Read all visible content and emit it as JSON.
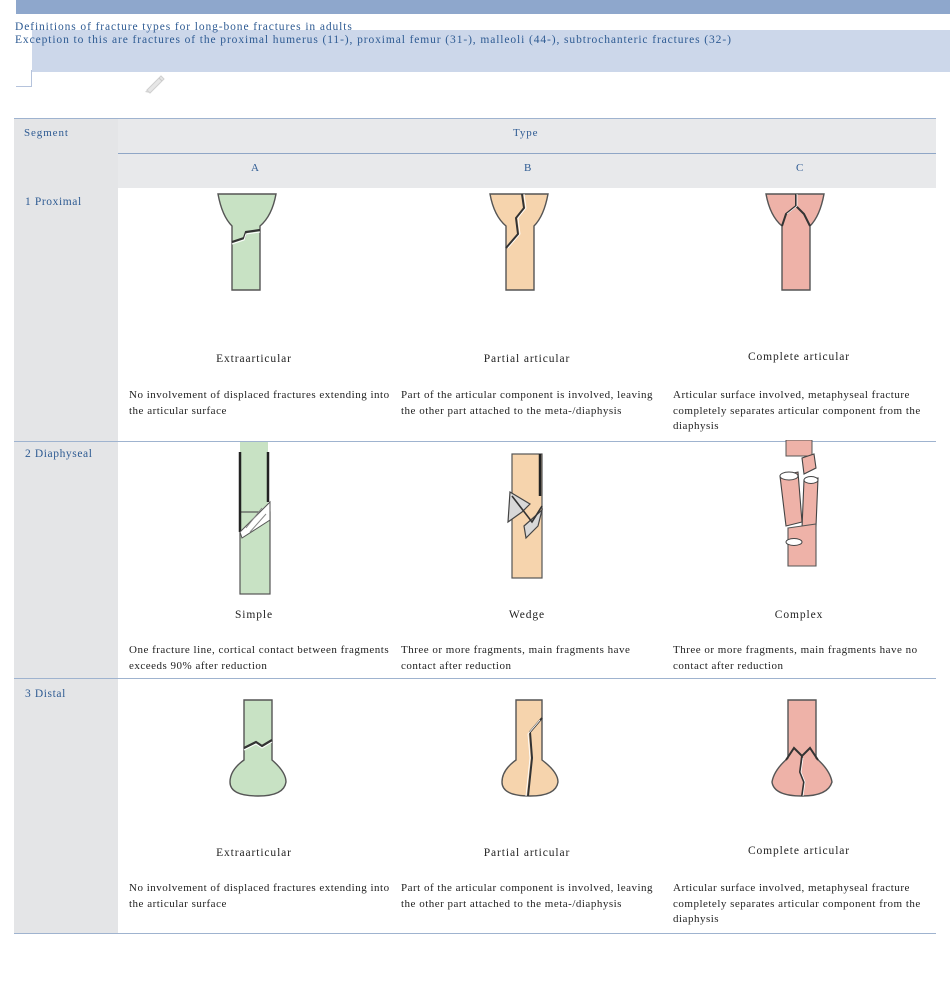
{
  "header": {
    "title": "Definitions of fracture types for long-bone fractures in adults",
    "subtitle": "Exception to this are fractures of the proximal humerus (11-), proximal femur (31-), malleoli (44-), subtrochanteric fractures (32-)"
  },
  "table": {
    "segment_header": "Segment",
    "type_header": "Type",
    "columns": [
      "A",
      "B",
      "C"
    ],
    "rows": [
      {
        "segment": "1 Proximal",
        "cells": [
          {
            "label": "Extraarticular",
            "description": "No involvement of displaced fractures extending into the articular surface",
            "icon": "proximal-extraarticular-bone-icon"
          },
          {
            "label": "Partial articular",
            "description": "Part of the articular component is involved, leaving the other part attached to the meta-/diaphysis",
            "icon": "proximal-partial-articular-bone-icon"
          },
          {
            "label": "Complete articular",
            "description": "Articular surface involved, metaphyseal fracture completely separates articular component from the diaphysis",
            "icon": "proximal-complete-articular-bone-icon"
          }
        ]
      },
      {
        "segment": "2 Diaphyseal",
        "cells": [
          {
            "label": "Simple",
            "description": "One fracture line, cortical contact between fragments exceeds 90% after reduction",
            "icon": "diaphyseal-simple-bone-icon"
          },
          {
            "label": "Wedge",
            "description": "Three or more fragments, main fragments have contact after reduction",
            "icon": "diaphyseal-wedge-bone-icon"
          },
          {
            "label": "Complex",
            "description": "Three or more fragments, main fragments have no contact after reduction",
            "icon": "diaphyseal-complex-bone-icon"
          }
        ]
      },
      {
        "segment": "3 Distal",
        "cells": [
          {
            "label": "Extraarticular",
            "description": "No involvement of displaced fractures extending into the articular surface",
            "icon": "distal-extraarticular-bone-icon"
          },
          {
            "label": "Partial articular",
            "description": "Part of the articular component is involved, leaving the other part attached to the meta-/diaphysis",
            "icon": "distal-partial-articular-bone-icon"
          },
          {
            "label": "Complete articular",
            "description": "Articular surface involved, metaphyseal fracture completely separates articular component from the diaphysis",
            "icon": "distal-complete-articular-bone-icon"
          }
        ]
      }
    ]
  },
  "colors": {
    "header_bar": "#8ea7cc",
    "header_band": "#ccd7ea",
    "type_a_bone": "#c8e2c4",
    "type_b_bone": "#f6d4ad",
    "type_c_bone": "#eeb2a8",
    "link_text": "#2e5b93"
  }
}
